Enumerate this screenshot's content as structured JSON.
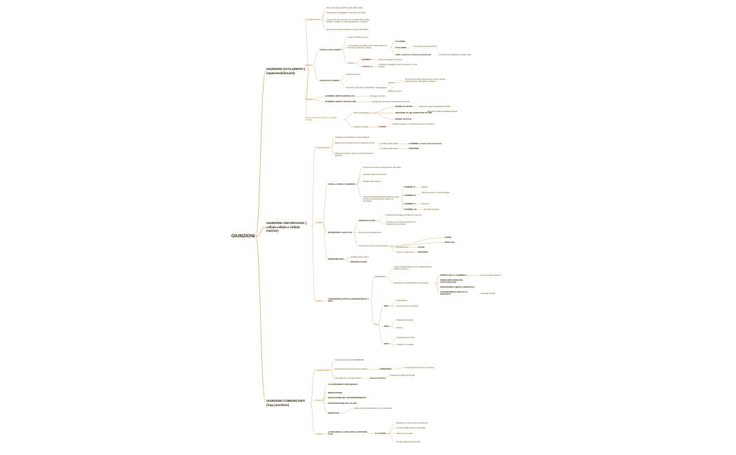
{
  "theme": {
    "branch_color": "#d9b574",
    "accent_color": "#b9821f",
    "text_color": "#4a3b12"
  },
  "root": {
    "label": "GIUNZIONI"
  },
  "occludenti": {
    "title": "GIUNZIONI OCCLUDENTI ( impermeabilizzanti)",
    "caratteristiche": {
      "label": "Caratteristiche",
      "items": [
        "Sono vicino alla superficie apicale delle cellule",
        "Impediscono il passaggio di molecole tra le cellule",
        "Impediscono che le proteine di membrana della regione apicale si spostino in quella basolaterale e viceversa",
        "Presenti nell'epitelio intestinale e in quello dei capillari"
      ]
    },
    "mondi": {
      "label": "Mondi"
    },
    "zonule": {
      "label": "ZONULE OCCLUDENTI",
      "a": "Linea di contatto a cintura",
      "b": "Le membrane plasmatiche delle cellule adiacenti si uniscono, lasciando un canale",
      "claudine": "CLAUDINE",
      "occludine": "OCCLUDINE",
      "occludine_desc": "Altre proteine transmembrana",
      "jam": "JAMs: molecole di adesione giunzionali",
      "jam_desc": "Contribuiscono all'adesione cellula-cellula",
      "funzioni": "Funzioni",
      "barriera": "BARRIERA",
      "barriera_desc": "Limita il passaggio di sostanze",
      "cancello": "CANCELLO",
      "cancello_desc": "Permette il passaggio di alcune sostanze in modo selettivo"
    },
    "fasce": {
      "label": "FASCE OCCLUDENTI",
      "a": "Giunzioni a fascia",
      "b": "Si trovano nelle cellule endoteliali dei vasi sanguigni",
      "c": "Cellule P",
      "d": "Sono presenti nelle cellule nervose e sono coinvolte nella formazione della guaina mielinica",
      "e": "Sistema nervoso"
    },
    "esempi": {
      "label": "Esempi",
      "a": "BARRIERA EMATO-ENCEFALICA",
      "a_desc": "Protegge il cervello",
      "b": "BARRIERA EMATO-TESTICOLARE",
      "b_desc": "Protegge gli spermatozoi dal sistema immunitario"
    },
    "clinica": {
      "label": "Clinica: alterazione della permeabilità cellulare",
      "patogeni": "Infezioni da patogeni",
      "crohn": "MORBO DI CROHN",
      "crohn_desc": "Alterazione della permeabilità intestinale",
      "infezione": "INFEZIONE DA HELICOBACTER PYLORI",
      "infezione_desc": "Alterazione della permeabilità gastrica",
      "celiaco": "MORBO CELIACO",
      "tumori_label": "Invasione tumorale",
      "tumori": "TUMORI",
      "tumori_desc": "Perdita di adesione e invasione dei tessuti circostanti"
    }
  },
  "ancoraggio": {
    "title": "GIUNZIONI ANCORAGGIO ( cellula-cellula e cellula-matrice)",
    "caratteristiche": {
      "label": "Caratteristiche",
      "items": [
        "Collegano il citoscheletro di cellule adiacenti",
        "Resistenza meccanica ai tessuti sottoposti a stress",
        "Filamenti intermedi o actina a seconda del tipo di giunzione"
      ],
      "ce_label": "Contatti cellula-cellula",
      "ce": "CADERINE: proteine transmembrana",
      "cm_label": "Contatti cellula-matrice",
      "cm": "INTEGRINE"
    },
    "forme": {
      "label": "Forme"
    },
    "fasce": {
      "label": "FASCE e ZONULE ADERENTI",
      "a": "Formano una cintura continua attorno alle cellule",
      "b": "Ancorate ai filamenti di actina",
      "c": "Mediate dalle caderine",
      "d": "Il dominio citoplasmatico delle caderine si lega ai filamenti di actina tramite proteine di ancoraggio",
      "items": [
        {
          "k": "CADERINA E",
          "v": "Epitelio"
        },
        {
          "k": "CADERINA N",
          "v": "Sistema nervoso, muscolo cardiaco"
        },
        {
          "k": "CADERINA P",
          "v": "Placenta"
        },
        {
          "k": "CADERINA VE",
          "v": "Endotelio vascolare"
        }
      ]
    },
    "desmosomi": {
      "label": "DESMOSOMI e MACULAE",
      "despla": "DESMOPLACHINA",
      "a": "Proteina di ancoraggio dei filamenti intermedi",
      "b": "Si trovano nei tessuti sottoposti a forti sollecitazioni meccaniche",
      "c": "Placca densa citoplasmatica",
      "d": "Composti da proteine transmembrana",
      "actina": "ACTINA",
      "vinculina": "VINCULINA",
      "e": "Emidesmosomi",
      "talina": "TALINA",
      "f": "Anche in cellule ossee",
      "integrina": "INTEGRINA"
    },
    "emidesmosomi": {
      "label": "EMIDESMOSOMI",
      "a": "Contatto cellula-matrice",
      "b": "DESMOPLACHINA"
    },
    "clinica": {
      "label": "Clinica",
      "patologia": "TRANSIZIONE EPITELIO-MESENCHIMALE ( EMT)",
      "caratt": "Caratteristiche",
      "a": "Cellule epiteliali perdono le loro caratteristiche di polarità e adesione",
      "b": "Acquisizione di caratteristiche mesenchimali",
      "r1": "PERDITA DELLA CADERINA E",
      "r1_desc": "Aumento della caderina N",
      "r2": "RIORGANIZZAZIONE DEL CITOSCHELETRO",
      "r3": "PRODUZIONE DI METALLOPROTEASI",
      "r4": "ACQUISIZIONE DI MOTILITÀ E INVASIVITÀ",
      "r4_desc": "Metastasi tumorali",
      "tipi": "Tipi",
      "t1": "EMT 1",
      "t1_a": "Embriogenesi",
      "t1_b": "Formazione del mesoderma",
      "t2": "EMT 2",
      "t2_a": "Riparazione tissutale",
      "t2_b": "Fibrosi",
      "t3": "EMT 3",
      "t3_a": "Progressione tumorale",
      "t3_b": "Invasione e metastasi"
    }
  },
  "comunicanti": {
    "title": "GIUNZIONI COMUNICANTI (Gap junctions)",
    "caratteristiche": {
      "label": "Caratteristiche",
      "a": "Costituite da canali di CONNESSINE",
      "b": "Sono formate da proteine transmembrana",
      "connessina": "CONNESSINA",
      "connessina_desc": "Sei subunità formano un connessone",
      "c": "Passaggio ioni e piccole molecole",
      "d": "Sinapsi elettriche",
      "d_desc": "Trasmissione rapida del segnale"
    },
    "ruolo": {
      "label": "Ruolo",
      "items": [
        "ACCOPPIAMENTO METABOLICO",
        "MORFOGENESI",
        "REGOLAZIONE DEL DIFFERENZIAMENTO",
        "PROLIFERAZIONE CELLULARE",
        "OMEOSTASI"
      ],
      "omeostasi_desc": "Mantenimento dell'equilibrio ionico e metabolico"
    },
    "clinica": {
      "label": "Clinica",
      "a": "ALTERAZIONI A CARICO DELLE PROTEINE CX43",
      "b": "GLAUCOMA",
      "items": [
        "Mutazioni nel gene della connessina 43",
        "Aumento della pressione intraoculare",
        "Danni al nervo ottico",
        "Perdita progressiva della vista"
      ]
    }
  }
}
